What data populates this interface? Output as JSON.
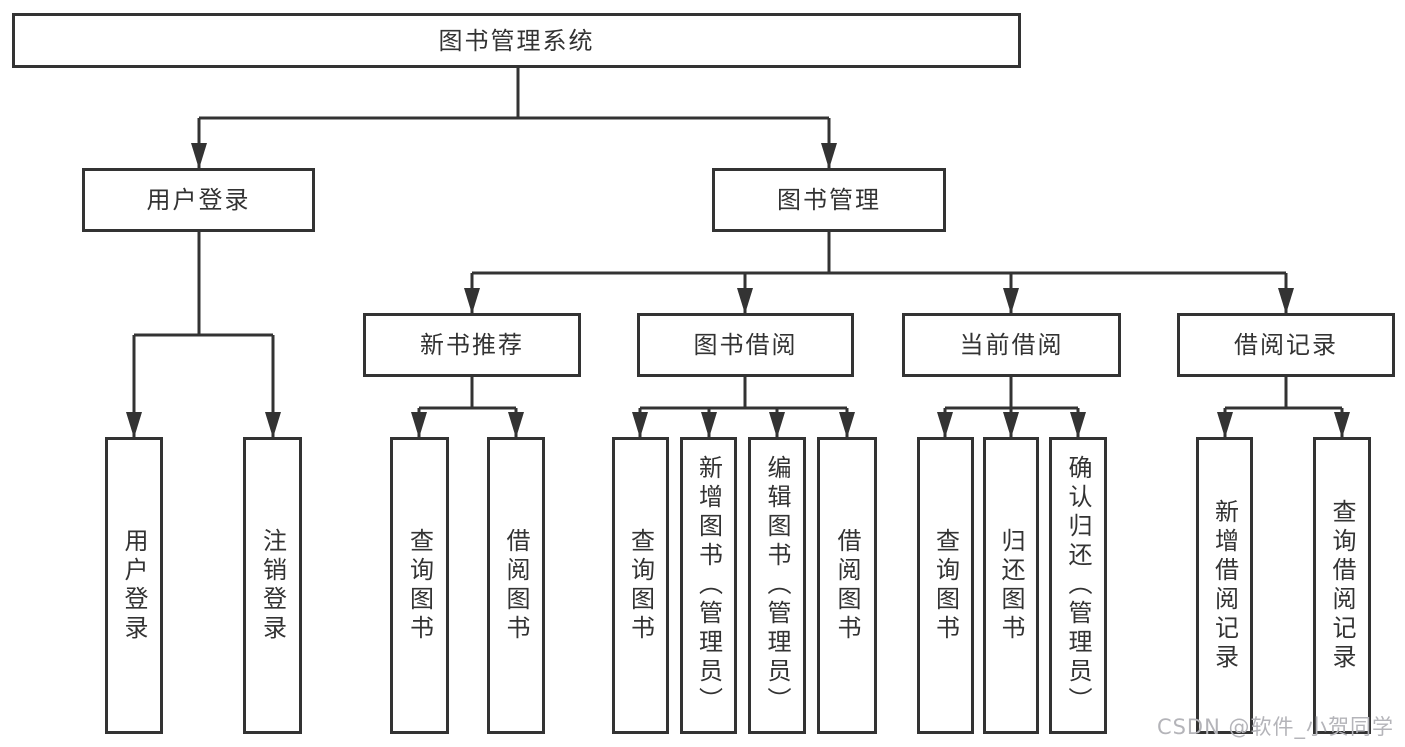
{
  "colors": {
    "line": "#333333",
    "text": "#333333",
    "bg": "#ffffff",
    "watermark": "#b4b4b9"
  },
  "watermark": "CSDN @软件_小贺同学",
  "tree": {
    "root": "图书管理系统",
    "branches": [
      {
        "label": "用户登录",
        "leaves": [
          "用户登录",
          "注销登录"
        ]
      },
      {
        "label": "图书管理",
        "groups": [
          {
            "label": "新书推荐",
            "leaves": [
              "查询图书",
              "借阅图书"
            ]
          },
          {
            "label": "图书借阅",
            "leaves": [
              "查询图书",
              "新增图书（管理员）",
              "编辑图书（管理员）",
              "借阅图书"
            ]
          },
          {
            "label": "当前借阅",
            "leaves": [
              "查询图书",
              "归还图书",
              "确认归还（管理员）"
            ]
          },
          {
            "label": "借阅记录",
            "leaves": [
              "新增借阅记录",
              "查询借阅记录"
            ]
          }
        ]
      }
    ]
  }
}
